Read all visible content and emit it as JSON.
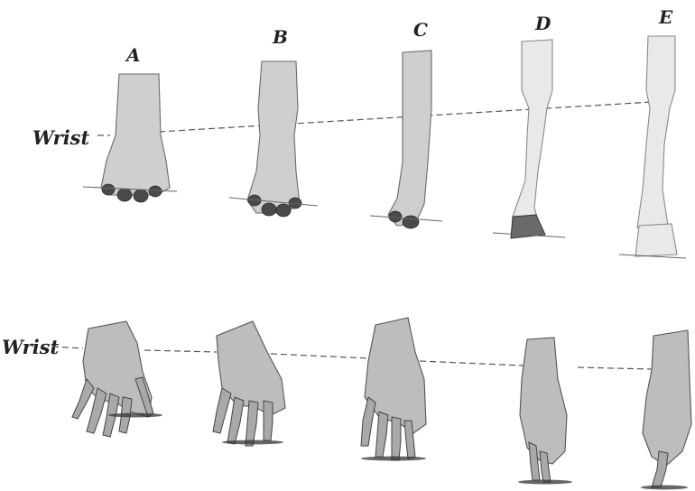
{
  "labels": {
    "a": "A",
    "b": "B",
    "c": "C",
    "d": "D",
    "e": "E",
    "wrist_top": "Wrist",
    "wrist_bottom": "Wrist"
  }
}
